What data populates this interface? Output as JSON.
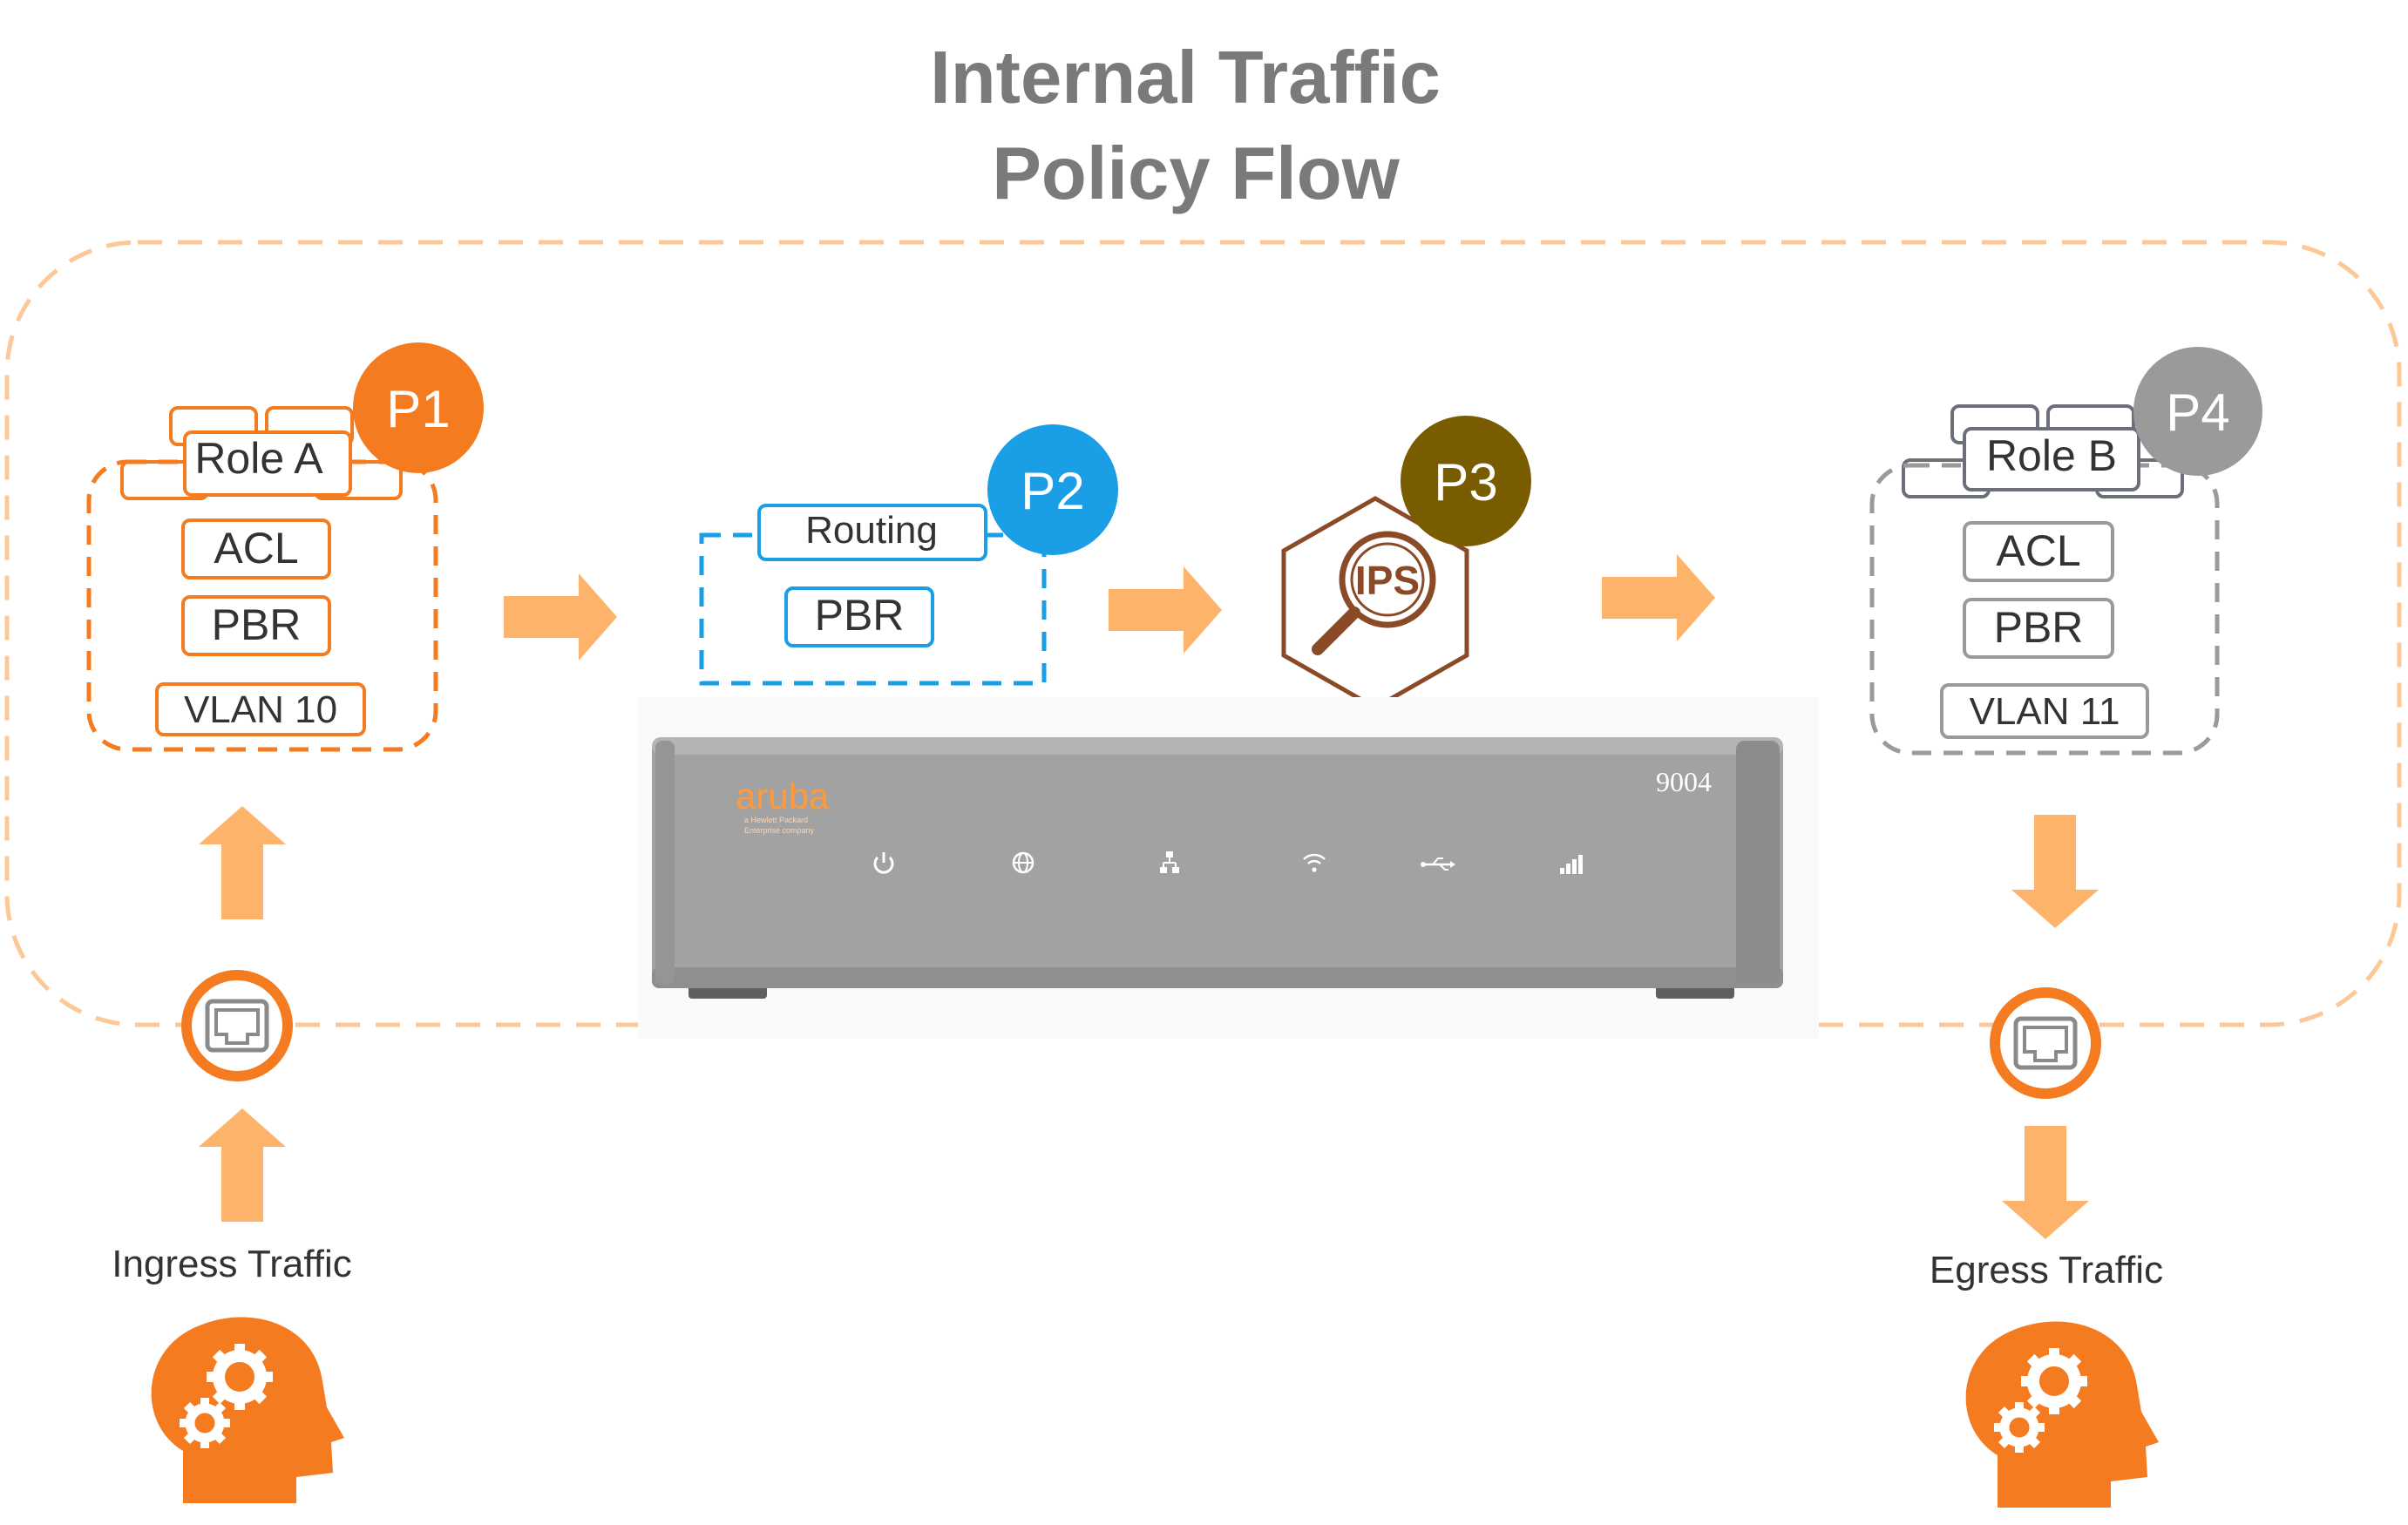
{
  "title": {
    "line1": "Internal Traffic",
    "line2": "Policy Flow"
  },
  "colors": {
    "orange": "#f47b20",
    "light_orange": "#fdb46a",
    "blue": "#1a9ee6",
    "brown": "#7a5c00",
    "gray": "#9a9a9a",
    "dark_gray": "#6a6f7a",
    "ips_brown": "#8a4a26"
  },
  "stage_p1": {
    "badge": "P1",
    "role": "Role A",
    "acl": "ACL",
    "pbr": "PBR",
    "vlan": "VLAN 10"
  },
  "stage_p2": {
    "badge": "P2",
    "routing": "Routing",
    "pbr": "PBR"
  },
  "stage_p3": {
    "badge": "P3",
    "ips": "IPS",
    "icon": "ips-magnifier-icon"
  },
  "stage_p4": {
    "badge": "P4",
    "role": "Role B",
    "acl": "ACL",
    "pbr": "PBR",
    "vlan": "VLAN 11"
  },
  "device": {
    "brand": "aruba",
    "tagline_1": "a Hewlett Packard",
    "tagline_2": "Enterprise company",
    "model": "9004",
    "leds": [
      "power-icon",
      "globe-icon",
      "network-icon",
      "wifi-icon",
      "usb-icon",
      "signal-icon"
    ]
  },
  "ingress": {
    "label": "Ingress Traffic",
    "icon": "user-head-gears-icon",
    "port_icon": "ethernet-port-icon"
  },
  "egress": {
    "label": "Egress Traffic",
    "icon": "user-head-gears-icon",
    "port_icon": "ethernet-port-icon"
  }
}
